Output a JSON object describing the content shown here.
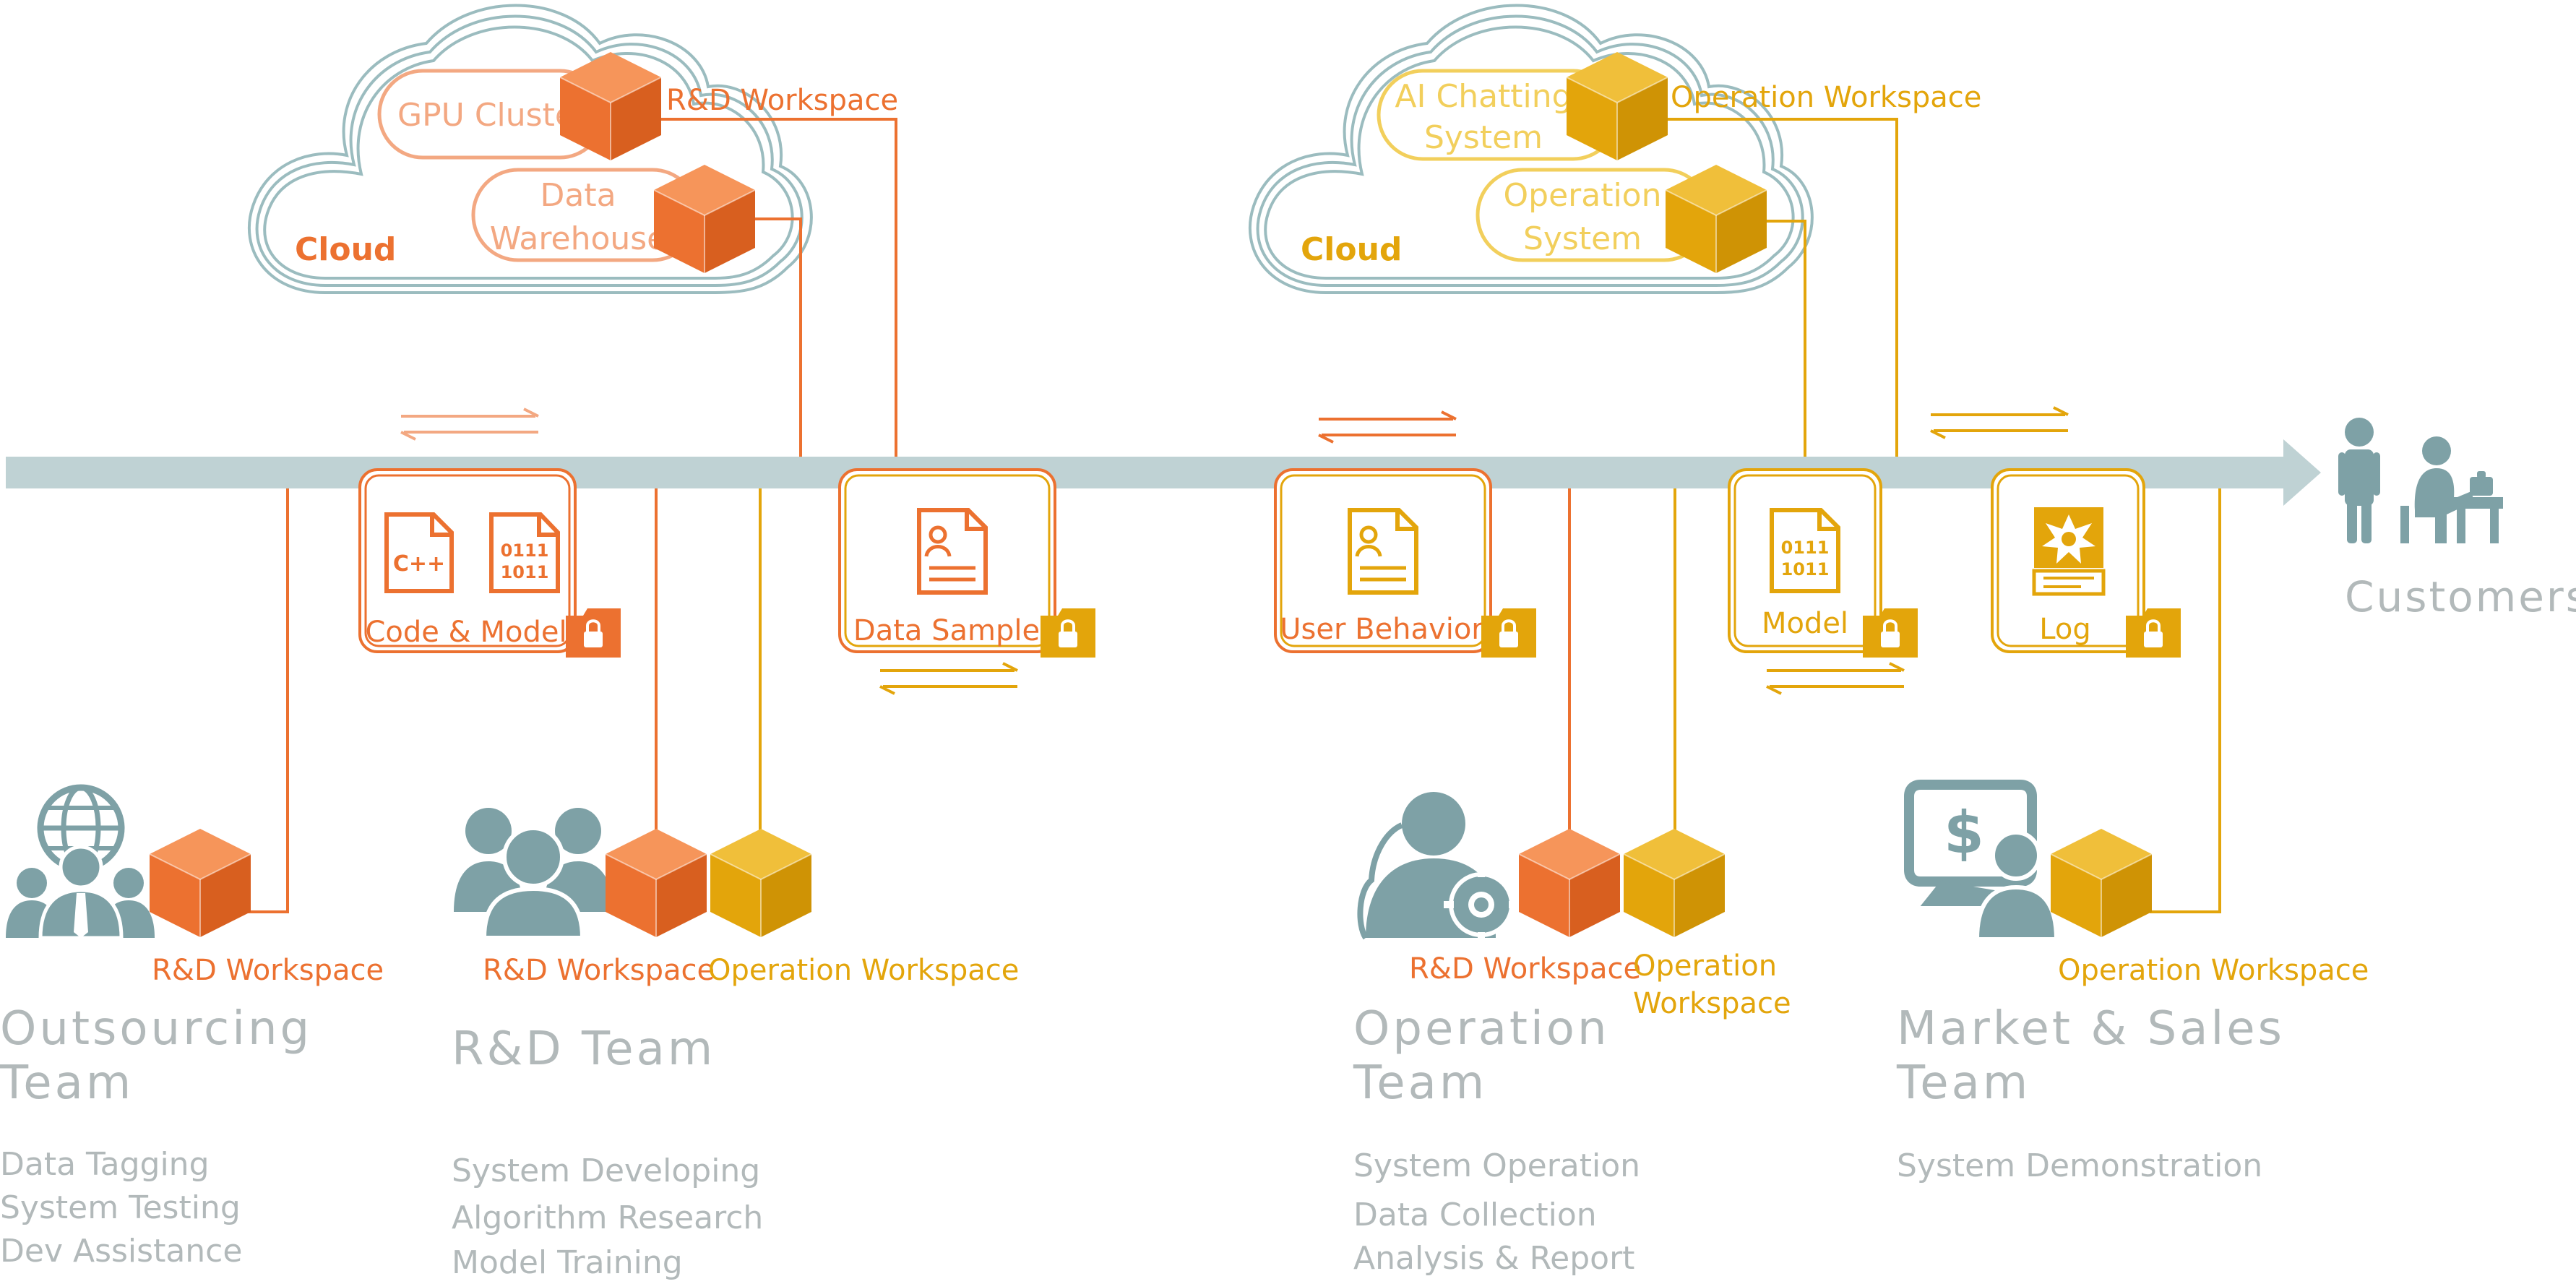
{
  "colors": {
    "rd": "#ec7130",
    "rd_light": "#f3a882",
    "op": "#e3a50b",
    "op_light": "#f2cf5c",
    "teal": "#7ea1a6",
    "bar": "#bfd2d4",
    "cloud_stroke": "#9bbcbf",
    "grey_text": "#b2b9ba"
  },
  "clouds": [
    {
      "label": "Cloud",
      "service_1": "GPU Cluster",
      "service_2_line1": "Data",
      "service_2_line2": "Warehouse",
      "workspace_label": "R&D Workspace"
    },
    {
      "label": "Cloud",
      "service_1_line1": "AI Chatting",
      "service_1_line2": "System",
      "service_2_line1": "Operation",
      "service_2_line2": "System",
      "workspace_label": "Operation Workspace"
    }
  ],
  "assets": [
    {
      "label": "Code & Model",
      "icons": [
        "cpp-file-icon",
        "binary-file-icon"
      ]
    },
    {
      "label": "Data Sample",
      "icons": [
        "user-document-icon"
      ]
    },
    {
      "label": "User Behavior",
      "icons": [
        "user-document-icon"
      ]
    },
    {
      "label": "Model",
      "icons": [
        "binary-file-icon"
      ]
    },
    {
      "label": "Log",
      "icons": [
        "alert-log-icon"
      ]
    }
  ],
  "customers": {
    "label": "Customers",
    "icon": "customers-icon"
  },
  "teams": [
    {
      "title_line1": "Outsourcing",
      "title_line2": "Team",
      "workspace_label": "R&D Workspace",
      "tasks": [
        "Data Tagging",
        "System Testing",
        "Dev Assistance"
      ],
      "icon": "outsourcing-team-icon"
    },
    {
      "title_line1": "R&D Team",
      "rd_workspace_label": "R&D Workspace",
      "op_workspace_label": "Operation Workspace",
      "tasks": [
        "System Developing",
        "Algorithm Research",
        "Model Training"
      ],
      "icon": "rd-team-icon"
    },
    {
      "title_line1": "Operation",
      "title_line2": "Team",
      "rd_workspace_label": "R&D Workspace",
      "op_workspace_line1": "Operation",
      "op_workspace_line2": "Workspace",
      "tasks": [
        "System Operation",
        "Data Collection",
        "Analysis & Report"
      ],
      "icon": "operation-team-icon"
    },
    {
      "title_line1": "Market & Sales",
      "title_line2": "Team",
      "workspace_label": "Operation Workspace",
      "tasks": [
        "System Demonstration"
      ],
      "icon": "market-sales-team-icon"
    }
  ]
}
